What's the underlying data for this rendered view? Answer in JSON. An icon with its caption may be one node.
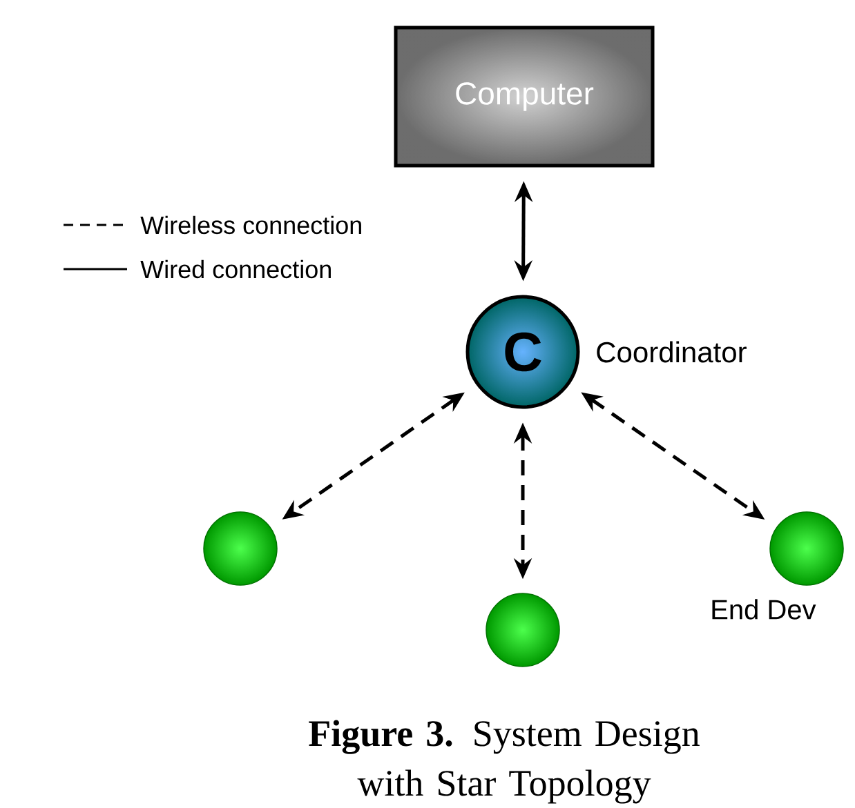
{
  "diagram": {
    "caption": "**Figure 3.** System Design with Star Topology",
    "nodes": [
      {
        "text": [
          "Computer"
        ]
      },
      {
        "text": [
          "C"
        ],
        "beside": [
          "Coordinator"
        ]
      },
      {
        "text": [],
        "shape": "circle"
      },
      {
        "text": [],
        "shape": "circle"
      },
      {
        "text": [],
        "shape": "circle",
        "beside": [
          "End Dev"
        ]
      }
    ],
    "edges": [
      {
        "from": 0,
        "to": 1,
        "arrow": "both"
      },
      {
        "from": 1,
        "to": 2,
        "arrow": "both",
        "style": "dashed"
      },
      {
        "from": 1,
        "to": 3,
        "arrow": "both",
        "style": "dashed"
      },
      {
        "from": 1,
        "to": 4,
        "arrow": "both",
        "style": "dashed"
      }
    ],
    "legend": [
      {
        "text": "Wireless connection"
      },
      {
        "text": "Wired connection"
      }
    ]
  }
}
